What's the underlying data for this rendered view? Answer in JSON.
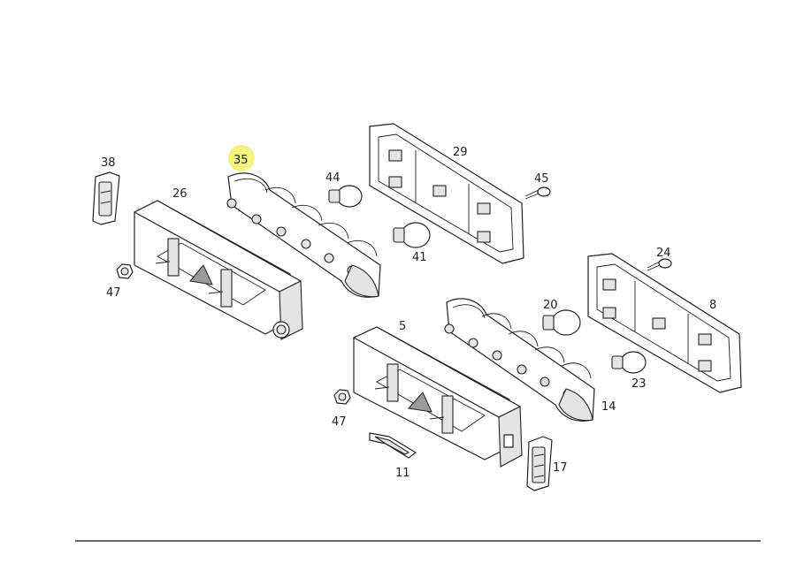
{
  "diagram": {
    "callouts": [
      {
        "id": "38",
        "label": "38"
      },
      {
        "id": "26",
        "label": "26"
      },
      {
        "id": "47a",
        "label": "47"
      },
      {
        "id": "35",
        "label": "35",
        "highlight": true
      },
      {
        "id": "44",
        "label": "44"
      },
      {
        "id": "29",
        "label": "29"
      },
      {
        "id": "45",
        "label": "45"
      },
      {
        "id": "41",
        "label": "41"
      },
      {
        "id": "24",
        "label": "24"
      },
      {
        "id": "8",
        "label": "8"
      },
      {
        "id": "20",
        "label": "20"
      },
      {
        "id": "5",
        "label": "5"
      },
      {
        "id": "23",
        "label": "23"
      },
      {
        "id": "14",
        "label": "14"
      },
      {
        "id": "47b",
        "label": "47"
      },
      {
        "id": "11",
        "label": "11"
      },
      {
        "id": "17",
        "label": "17"
      }
    ],
    "colors": {
      "line": "#222222",
      "highlight": "#f4f47a",
      "background": "#ffffff"
    }
  }
}
